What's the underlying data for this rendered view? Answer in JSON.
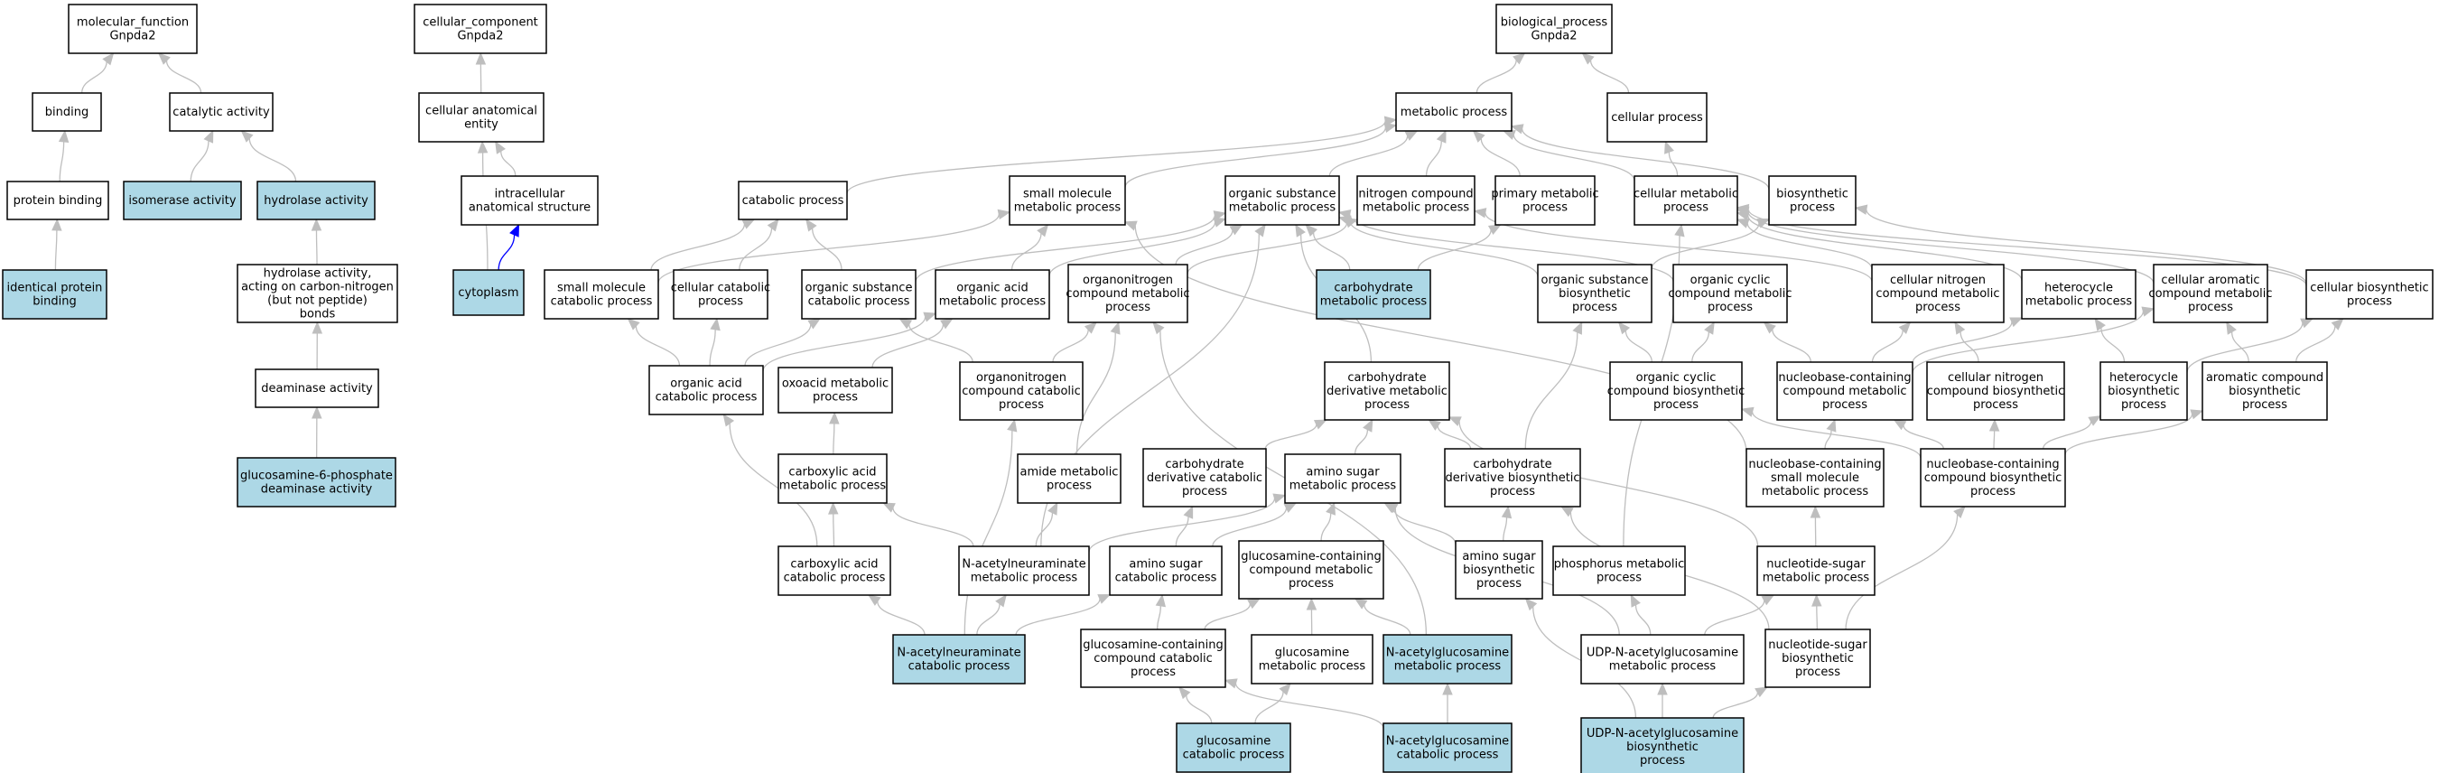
{
  "colors": {
    "plain_fill": "#ffffff",
    "highlight_fill": "#add8e6",
    "edge": "#bebebe",
    "edge_strong": "#0000ff",
    "arrow": "#bebebe"
  },
  "nodes": [
    {
      "id": "mf",
      "lines": [
        "molecular_function",
        "Gnpda2"
      ],
      "highlight": false
    },
    {
      "id": "binding",
      "lines": [
        "binding"
      ],
      "highlight": false
    },
    {
      "id": "catalytic",
      "lines": [
        "catalytic activity"
      ],
      "highlight": false
    },
    {
      "id": "protbind",
      "lines": [
        "protein binding"
      ],
      "highlight": false
    },
    {
      "id": "isomerase",
      "lines": [
        "isomerase activity"
      ],
      "highlight": true
    },
    {
      "id": "hydrolase",
      "lines": [
        "hydrolase activity"
      ],
      "highlight": true
    },
    {
      "id": "identprot",
      "lines": [
        "identical protein",
        "binding"
      ],
      "highlight": true
    },
    {
      "id": "hydrolaseCN",
      "lines": [
        "hydrolase activity,",
        "acting on carbon-nitrogen",
        "(but not peptide)",
        "bonds"
      ],
      "highlight": false
    },
    {
      "id": "deaminase",
      "lines": [
        "deaminase activity"
      ],
      "highlight": false
    },
    {
      "id": "gnpdeam",
      "lines": [
        "glucosamine-6-phosphate",
        "deaminase activity"
      ],
      "highlight": true
    },
    {
      "id": "cc",
      "lines": [
        "cellular_component",
        "Gnpda2"
      ],
      "highlight": false
    },
    {
      "id": "cellanat",
      "lines": [
        "cellular anatomical",
        "entity"
      ],
      "highlight": false
    },
    {
      "id": "intracell",
      "lines": [
        "intracellular",
        "anatomical structure"
      ],
      "highlight": false
    },
    {
      "id": "cytoplasm",
      "lines": [
        "cytoplasm"
      ],
      "highlight": true
    },
    {
      "id": "bp",
      "lines": [
        "biological_process",
        "Gnpda2"
      ],
      "highlight": false
    },
    {
      "id": "metab",
      "lines": [
        "metabolic process"
      ],
      "highlight": false
    },
    {
      "id": "cellproc",
      "lines": [
        "cellular process"
      ],
      "highlight": false
    },
    {
      "id": "catab",
      "lines": [
        "catabolic process"
      ],
      "highlight": false
    },
    {
      "id": "smallmol",
      "lines": [
        "small molecule",
        "metabolic process"
      ],
      "highlight": false
    },
    {
      "id": "orgsub",
      "lines": [
        "organic substance",
        "metabolic process"
      ],
      "highlight": false
    },
    {
      "id": "nitrogen",
      "lines": [
        "nitrogen compound",
        "metabolic process"
      ],
      "highlight": false
    },
    {
      "id": "primary",
      "lines": [
        "primary metabolic",
        "process"
      ],
      "highlight": false
    },
    {
      "id": "cellmetab",
      "lines": [
        "cellular metabolic",
        "process"
      ],
      "highlight": false
    },
    {
      "id": "biosyn",
      "lines": [
        "biosynthetic",
        "process"
      ],
      "highlight": false
    },
    {
      "id": "smallcat",
      "lines": [
        "small molecule",
        "catabolic process"
      ],
      "highlight": false
    },
    {
      "id": "cellcat",
      "lines": [
        "cellular catabolic",
        "process"
      ],
      "highlight": false
    },
    {
      "id": "orgsubcat",
      "lines": [
        "organic substance",
        "catabolic process"
      ],
      "highlight": false
    },
    {
      "id": "orgacid",
      "lines": [
        "organic acid",
        "metabolic process"
      ],
      "highlight": false
    },
    {
      "id": "organonit",
      "lines": [
        "organonitrogen",
        "compound metabolic",
        "process"
      ],
      "highlight": false
    },
    {
      "id": "carbmet",
      "lines": [
        "carbohydrate",
        "metabolic process"
      ],
      "highlight": true
    },
    {
      "id": "orgsubbio",
      "lines": [
        "organic substance",
        "biosynthetic",
        "process"
      ],
      "highlight": false
    },
    {
      "id": "orgcyclic",
      "lines": [
        "organic cyclic",
        "compound metabolic",
        "process"
      ],
      "highlight": false
    },
    {
      "id": "cellnit",
      "lines": [
        "cellular nitrogen",
        "compound metabolic",
        "process"
      ],
      "highlight": false
    },
    {
      "id": "hetero",
      "lines": [
        "heterocycle",
        "metabolic process"
      ],
      "highlight": false
    },
    {
      "id": "cellarom",
      "lines": [
        "cellular aromatic",
        "compound metabolic",
        "process"
      ],
      "highlight": false
    },
    {
      "id": "cellbio",
      "lines": [
        "cellular biosynthetic",
        "process"
      ],
      "highlight": false
    },
    {
      "id": "orgacidcat",
      "lines": [
        "organic acid",
        "catabolic process"
      ],
      "highlight": false
    },
    {
      "id": "oxoacid",
      "lines": [
        "oxoacid metabolic",
        "process"
      ],
      "highlight": false
    },
    {
      "id": "organonitcat",
      "lines": [
        "organonitrogen",
        "compound catabolic",
        "process"
      ],
      "highlight": false
    },
    {
      "id": "carbderiv",
      "lines": [
        "carbohydrate",
        "derivative metabolic",
        "process"
      ],
      "highlight": false
    },
    {
      "id": "orgcyclicbio",
      "lines": [
        "organic cyclic",
        "compound biosynthetic",
        "process"
      ],
      "highlight": false
    },
    {
      "id": "nucbasemet",
      "lines": [
        "nucleobase-containing",
        "compound metabolic",
        "process"
      ],
      "highlight": false
    },
    {
      "id": "cellnitbio",
      "lines": [
        "cellular nitrogen",
        "compound biosynthetic",
        "process"
      ],
      "highlight": false
    },
    {
      "id": "heterobio",
      "lines": [
        "heterocycle",
        "biosynthetic",
        "process"
      ],
      "highlight": false
    },
    {
      "id": "aromaticbio",
      "lines": [
        "aromatic compound",
        "biosynthetic",
        "process"
      ],
      "highlight": false
    },
    {
      "id": "carboxmet",
      "lines": [
        "carboxylic acid",
        "metabolic process"
      ],
      "highlight": false
    },
    {
      "id": "amide",
      "lines": [
        "amide metabolic",
        "process"
      ],
      "highlight": false
    },
    {
      "id": "carbderivcat",
      "lines": [
        "carbohydrate",
        "derivative catabolic",
        "process"
      ],
      "highlight": false
    },
    {
      "id": "aminosugar",
      "lines": [
        "amino sugar",
        "metabolic process"
      ],
      "highlight": false
    },
    {
      "id": "carbderivbio",
      "lines": [
        "carbohydrate",
        "derivative biosynthetic",
        "process"
      ],
      "highlight": false
    },
    {
      "id": "nucsmall",
      "lines": [
        "nucleobase-containing",
        "small molecule",
        "metabolic process"
      ],
      "highlight": false
    },
    {
      "id": "nucbasebio",
      "lines": [
        "nucleobase-containing",
        "compound biosynthetic",
        "process"
      ],
      "highlight": false
    },
    {
      "id": "carboxcat",
      "lines": [
        "carboxylic acid",
        "catabolic process"
      ],
      "highlight": false
    },
    {
      "id": "neurmet",
      "lines": [
        "N-acetylneuraminate",
        "metabolic process"
      ],
      "highlight": false
    },
    {
      "id": "aminosugcat",
      "lines": [
        "amino sugar",
        "catabolic process"
      ],
      "highlight": false
    },
    {
      "id": "glucontmet",
      "lines": [
        "glucosamine-containing",
        "compound metabolic",
        "process"
      ],
      "highlight": false
    },
    {
      "id": "aminosugbio",
      "lines": [
        "amino sugar",
        "biosynthetic",
        "process"
      ],
      "highlight": false
    },
    {
      "id": "phosphorus",
      "lines": [
        "phosphorus metabolic",
        "process"
      ],
      "highlight": false
    },
    {
      "id": "nucsugmet",
      "lines": [
        "nucleotide-sugar",
        "metabolic process"
      ],
      "highlight": false
    },
    {
      "id": "neurcat",
      "lines": [
        "N-acetylneuraminate",
        "catabolic process"
      ],
      "highlight": true
    },
    {
      "id": "glucontcat",
      "lines": [
        "glucosamine-containing",
        "compound catabolic",
        "process"
      ],
      "highlight": false
    },
    {
      "id": "glucmet",
      "lines": [
        "glucosamine",
        "metabolic process"
      ],
      "highlight": false
    },
    {
      "id": "naglucmet",
      "lines": [
        "N-acetylglucosamine",
        "metabolic process"
      ],
      "highlight": true
    },
    {
      "id": "udpmet",
      "lines": [
        "UDP-N-acetylglucosamine",
        "metabolic process"
      ],
      "highlight": false
    },
    {
      "id": "nucsugbio",
      "lines": [
        "nucleotide-sugar",
        "biosynthetic",
        "process"
      ],
      "highlight": false
    },
    {
      "id": "gluccat",
      "lines": [
        "glucosamine",
        "catabolic process"
      ],
      "highlight": true
    },
    {
      "id": "naglucat",
      "lines": [
        "N-acetylglucosamine",
        "catabolic process"
      ],
      "highlight": true
    },
    {
      "id": "udpbio",
      "lines": [
        "UDP-N-acetylglucosamine",
        "biosynthetic",
        "process"
      ],
      "highlight": true
    }
  ]
}
